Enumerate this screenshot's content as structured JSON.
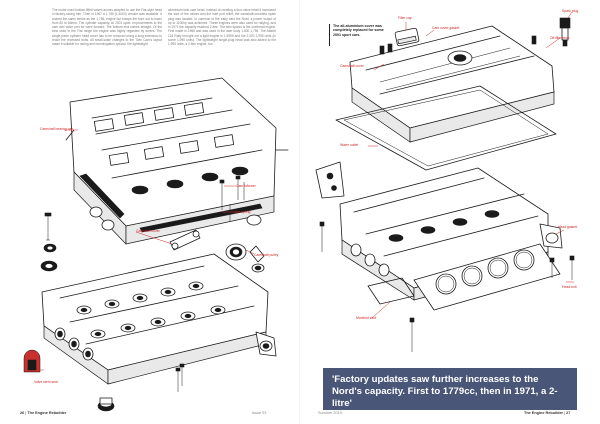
{
  "left_page": {
    "column_1": "The motor used bottom-filled valves across adapted to use the Fiat-style head in factory-racing trim. Then in 1967 a 1,756 (1,4000) version was available. It shared the same stroke as the 1,756, engine but bumps the bore out to lower from 80 to 84mm. The cylinder capacity. At 2001 sport. Improvements to the cam and valve port for were forward. The bottom end comes straight. Of the best used in the Fiat range the engine was highly regarded by tuners. The single-piece cylinder head cover has to be removed using a long extension to reach the recessed bolts. All small-scale changes to the Twin Cam's layout made it suitable for racing and homologation special, the lightweight.",
    "column_2": "aluminium twin-cam head. Instead of creating a four-valve head it increased the size of the valves and the inlet port relief; the camshaft-mounted spark plug was located. In common to the early cars the Nord, a power output of up to 110bhp was achieved. These engines were also used for rallying, and in 1971 the capacity reached 2-litre. The twin sparks is the overhead engine. First made in 1966 and was used in the later body 1,800 1,756. The Abarth 124 Rally brought out a light engine in 1,9995 and the 2,000 1,995 units (in some 1,995 units). The lightweight single-plug head was also added to the 1,995 units, a 2-litre engine, too."
  },
  "right_page": {
    "sidenote": "The all-aluminium cover was completely replaced for some 2001 sport cars.",
    "pullquote": "'Factory updates saw further increases to the Nord's capacity. First to 1779cc, then in 1971, a 2-litre'"
  },
  "labels": {
    "left": [
      {
        "id": "camshaft-bearing-cap",
        "text": "Camshaft bearing cap"
      },
      {
        "id": "cam-follower",
        "text": "Cam follower"
      },
      {
        "id": "valve-spring",
        "text": "Valve spring"
      },
      {
        "id": "camshaft-cover",
        "text": "Camshaft cover"
      },
      {
        "id": "camshaft-pulley",
        "text": "Camshaft pulley"
      },
      {
        "id": "valve-stem-seal",
        "text": "Valve stem seal"
      }
    ],
    "right": [
      {
        "id": "filler-cap",
        "text": "Filler cap"
      },
      {
        "id": "spark-plug",
        "text": "Spark plug"
      },
      {
        "id": "cam-cover-gasket",
        "text": "Cam cover gasket"
      },
      {
        "id": "cam-cover",
        "text": "Camshaft cover"
      },
      {
        "id": "oil-filler",
        "text": "Oil filler neck"
      },
      {
        "id": "water-outlet",
        "text": "Water outlet"
      },
      {
        "id": "head-gasket",
        "text": "Head gasket"
      },
      {
        "id": "manifold-stud",
        "text": "Manifold stud"
      },
      {
        "id": "head-bolt",
        "text": "Head bolt"
      }
    ]
  },
  "folios": {
    "left_page_number": "26",
    "left_title": "The Engine Rebuilder",
    "left_issue": "Issue 03",
    "right_issue": "Summer 2019",
    "right_title": "The Engine Rebuilder",
    "right_page_number": "27"
  },
  "colors": {
    "label_red": "#d02828",
    "pullquote_bg": "#4a5678",
    "ink": "#1a1a1a"
  }
}
